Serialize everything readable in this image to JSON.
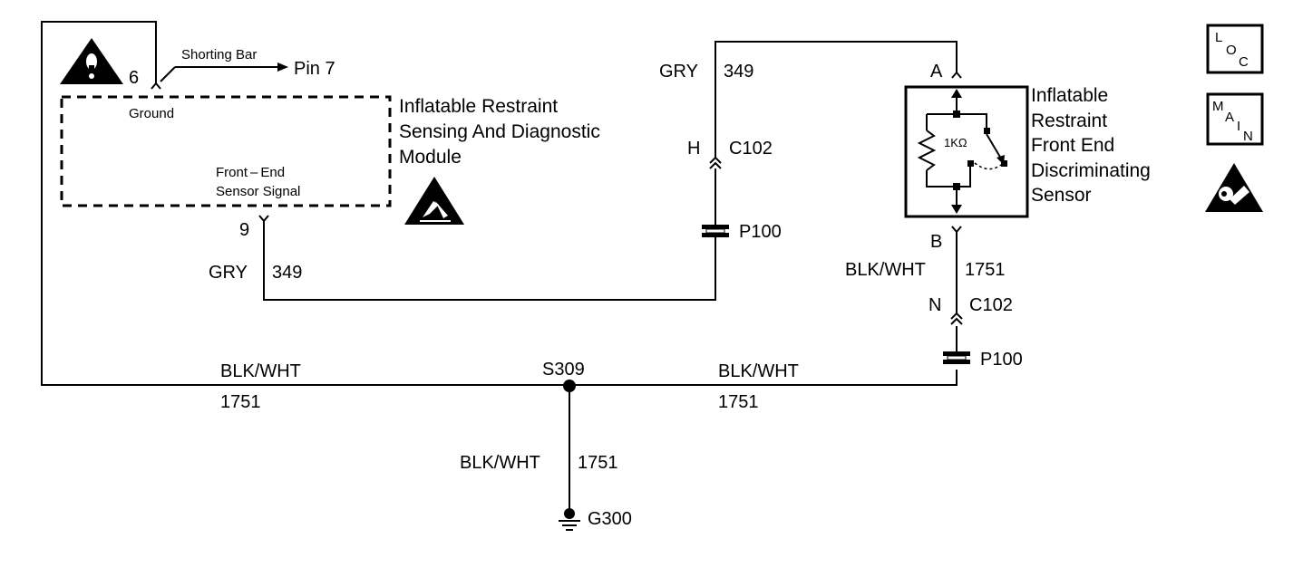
{
  "module": {
    "title_line1": "Inflatable Restraint",
    "title_line2": "Sensing And Diagnostic",
    "title_line3": "Module",
    "pin6_number": "6",
    "pin6_label": "Ground",
    "shorting_bar_label": "Shorting Bar",
    "shorting_bar_target": "Pin 7",
    "pin9_number": "9",
    "pin9_label_line1": "Front – End",
    "pin9_label_line2": "Sensor Signal"
  },
  "sensor": {
    "title_line1": "Inflatable",
    "title_line2": "Restraint",
    "title_line3": "Front End",
    "title_line4": "Discriminating",
    "title_line5": "Sensor",
    "resistor_value": "1KΩ",
    "terminal_a": "A",
    "terminal_b": "B"
  },
  "wires": {
    "gry_color_1": "GRY",
    "gry_circuit_1": "349",
    "gry_color_2": "GRY",
    "gry_circuit_2": "349",
    "bw_color_sensor": "BLK/WHT",
    "bw_circuit_sensor": "1751",
    "bw_color_left": "BLK/WHT",
    "bw_circuit_left": "1751",
    "bw_color_right": "BLK/WHT",
    "bw_circuit_right": "1751",
    "bw_color_ground": "BLK/WHT",
    "bw_circuit_ground": "1751"
  },
  "connectors": {
    "c102_pin_h": "H",
    "c102_label_1": "C102",
    "c102_pin_n": "N",
    "c102_label_2": "C102",
    "p100_label_1": "P100",
    "p100_label_2": "P100"
  },
  "splice": {
    "label": "S309"
  },
  "ground": {
    "label": "G300"
  },
  "legend": {
    "loc_l": "L",
    "loc_o": "O",
    "loc_c": "C",
    "main_m": "M",
    "main_a": "A",
    "main_i": "I",
    "main_n": "N"
  }
}
